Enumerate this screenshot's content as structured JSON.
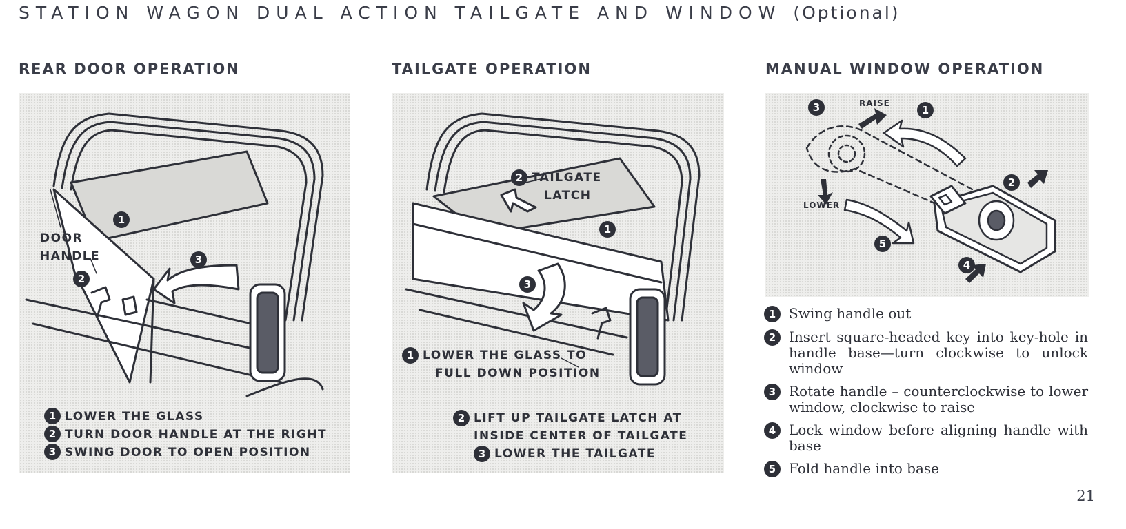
{
  "title": {
    "main": "STATION WAGON DUAL ACTION TAILGATE AND WINDOW",
    "optional": "(Optional)"
  },
  "rear_door": {
    "heading": "REAR DOOR OPERATION",
    "labels": {
      "door_handle_line1": "DOOR",
      "door_handle_line2": "HANDLE",
      "marker1": "1",
      "marker2": "2",
      "marker3": "3"
    },
    "steps": [
      {
        "num": "1",
        "text": "LOWER THE GLASS"
      },
      {
        "num": "2",
        "text": "TURN DOOR HANDLE AT THE RIGHT"
      },
      {
        "num": "3",
        "text": "SWING DOOR TO OPEN POSITION"
      }
    ]
  },
  "tailgate": {
    "heading": "TAILGATE OPERATION",
    "labels": {
      "latch_num": "2",
      "latch_line1": "TAILGATE",
      "latch_line2": "LATCH",
      "marker1": "1",
      "marker3": "3"
    },
    "step1": {
      "num": "1",
      "line1": "LOWER THE GLASS TO",
      "line2": "FULL DOWN POSITION"
    },
    "step2": {
      "num": "2",
      "line1": "LIFT UP TAILGATE LATCH AT",
      "line2": "INSIDE CENTER OF TAILGATE"
    },
    "step3": {
      "num": "3",
      "text": "LOWER THE TAILGATE"
    }
  },
  "manual_window": {
    "heading": "MANUAL WINDOW OPERATION",
    "labels": {
      "raise": "RAISE",
      "lower": "LOWER",
      "marker1": "1",
      "marker2": "2",
      "marker3": "3",
      "marker4": "4",
      "marker5": "5"
    },
    "steps": [
      {
        "num": "1",
        "text": "Swing handle out"
      },
      {
        "num": "2",
        "text": "Insert square-headed key into key-hole in handle base—turn clockwise to unlock window"
      },
      {
        "num": "3",
        "text": "Rotate handle – counterclockwise to lower window, clockwise to raise"
      },
      {
        "num": "4",
        "text": "Lock window before aligning handle with base"
      },
      {
        "num": "5",
        "text": "Fold handle into base"
      }
    ]
  },
  "page_number": "21"
}
